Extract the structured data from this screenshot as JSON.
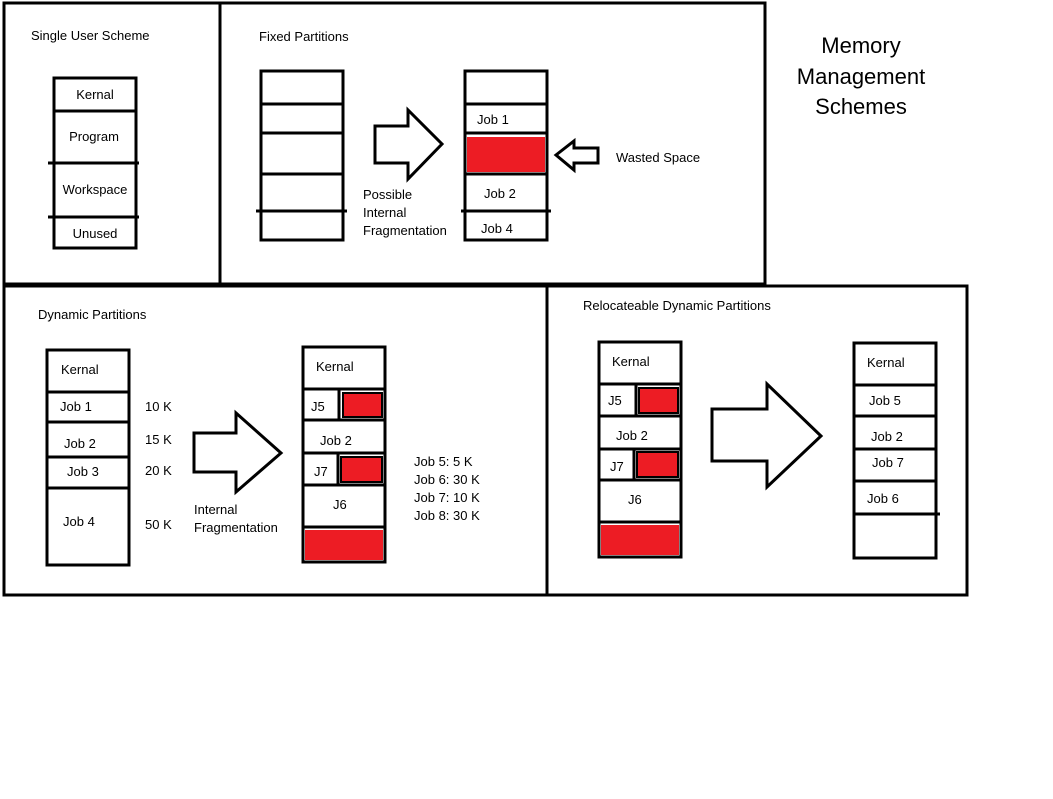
{
  "title": {
    "line1": "Memory",
    "line2": "Management",
    "line3": "Schemes"
  },
  "colors": {
    "wasted": "#ed1c24",
    "stroke": "#000000",
    "background": "#ffffff"
  },
  "single_user": {
    "heading": "Single User Scheme",
    "blocks": [
      "Kernal",
      "Program",
      "Workspace",
      "Unused"
    ]
  },
  "fixed": {
    "heading": "Fixed Partitions",
    "arrow_caption": {
      "line1": "Possible",
      "line2": "Internal",
      "line3": "Fragmentation"
    },
    "after_blocks": [
      "Job 1",
      "Job 2",
      "Job 4"
    ],
    "wasted_label": "Wasted Space"
  },
  "dynamic": {
    "heading": "Dynamic Partitions",
    "before_blocks": [
      "Kernal",
      "Job 1",
      "Job 2",
      "Job 3",
      "Job 4"
    ],
    "sizes": [
      "10 K",
      "15 K",
      "20 K",
      "50 K"
    ],
    "arrow_caption": {
      "line1": "Internal",
      "line2": "Fragmentation"
    },
    "after_blocks": [
      "Kernal",
      "J5",
      "Job 2",
      "J7",
      "J6"
    ],
    "queue": [
      "Job 5: 5 K",
      "Job 6: 30 K",
      "Job 7: 10 K",
      "Job 8: 30 K"
    ]
  },
  "relocatable": {
    "heading": "Relocateable Dynamic Partitions",
    "before_blocks": [
      "Kernal",
      "J5",
      "Job 2",
      "J7",
      "J6"
    ],
    "after_blocks": [
      "Kernal",
      "Job 5",
      "Job 2",
      "Job 7",
      "Job 6"
    ]
  }
}
